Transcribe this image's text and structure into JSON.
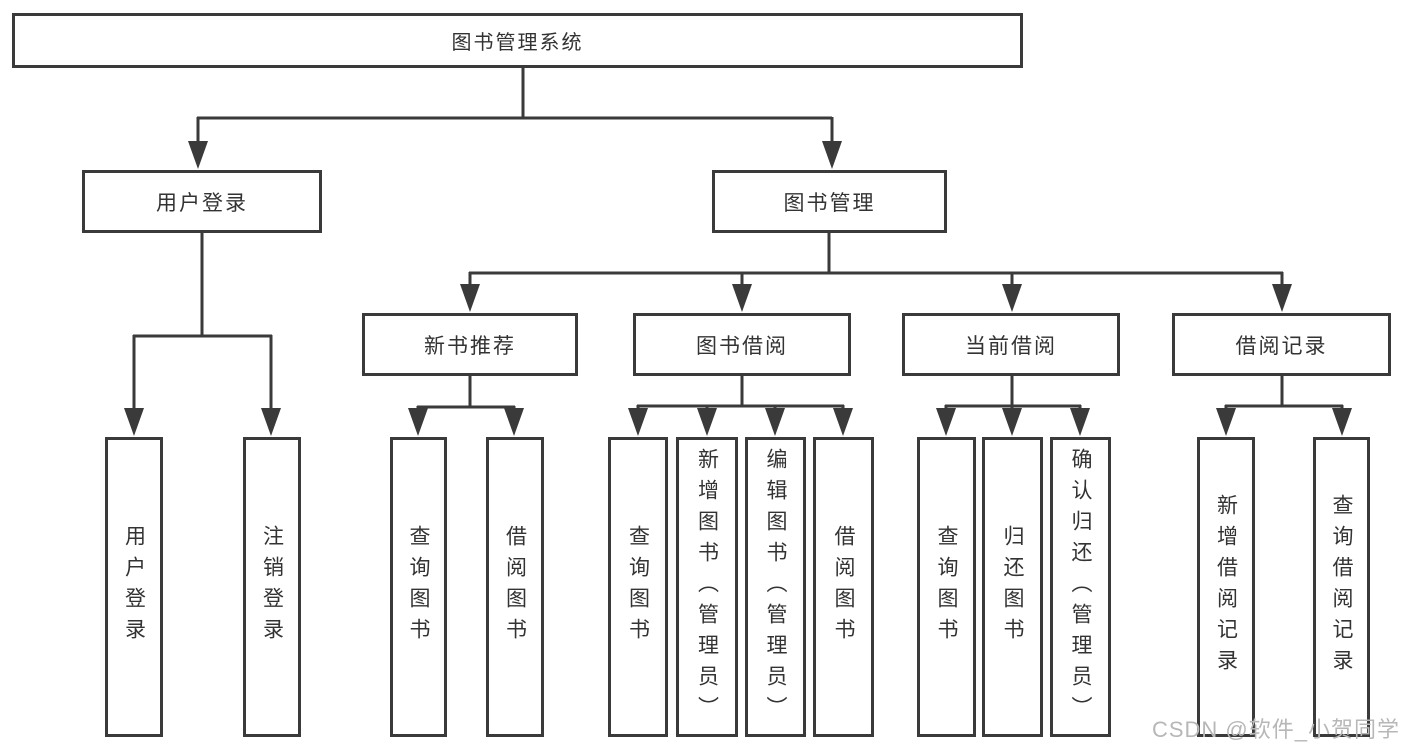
{
  "diagram": {
    "root": {
      "label": "图书管理系统"
    },
    "branches": [
      {
        "label": "用户登录",
        "children": [
          {
            "label": "用户登录"
          },
          {
            "label": "注销登录"
          }
        ]
      },
      {
        "label": "图书管理",
        "children": [
          {
            "label": "新书推荐",
            "children": [
              {
                "label": "查询图书"
              },
              {
                "label": "借阅图书"
              }
            ]
          },
          {
            "label": "图书借阅",
            "children": [
              {
                "label": "查询图书"
              },
              {
                "label": "新增图书（管理员）"
              },
              {
                "label": "编辑图书（管理员）"
              },
              {
                "label": "借阅图书"
              }
            ]
          },
          {
            "label": "当前借阅",
            "children": [
              {
                "label": "查询图书"
              },
              {
                "label": "归还图书"
              },
              {
                "label": "确认归还（管理员）"
              }
            ]
          },
          {
            "label": "借阅记录",
            "children": [
              {
                "label": "新增借阅记录"
              },
              {
                "label": "查询借阅记录"
              }
            ]
          }
        ]
      }
    ],
    "watermark": "CSDN @软件_小贺同学",
    "colors": {
      "line": "#3a3a3a",
      "box_border": "#3a3a3a",
      "text": "#333333",
      "watermark": "#b7b7b7",
      "background": "#ffffff"
    }
  }
}
